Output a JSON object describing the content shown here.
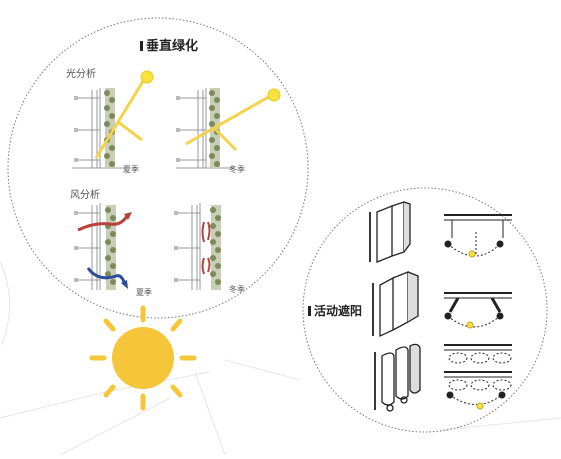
{
  "vertical_greening": {
    "title": "垂直绿化",
    "light_analysis": {
      "title": "光分析",
      "summer": "夏季",
      "winter": "冬季"
    },
    "wind_analysis": {
      "title": "风分析",
      "summer": "夏季",
      "winter": "冬季"
    }
  },
  "movable_shading": {
    "title": "活动遮阳"
  },
  "colors": {
    "sun": "#f5c53a",
    "sun_ray": "#f2d34a",
    "wind_warm": "#b8413a",
    "wind_cool": "#2c4d9a",
    "foliage": "#7c8a5c"
  },
  "icons": [
    "sun-icon",
    "foliage-icon",
    "shading-panel-icon"
  ]
}
